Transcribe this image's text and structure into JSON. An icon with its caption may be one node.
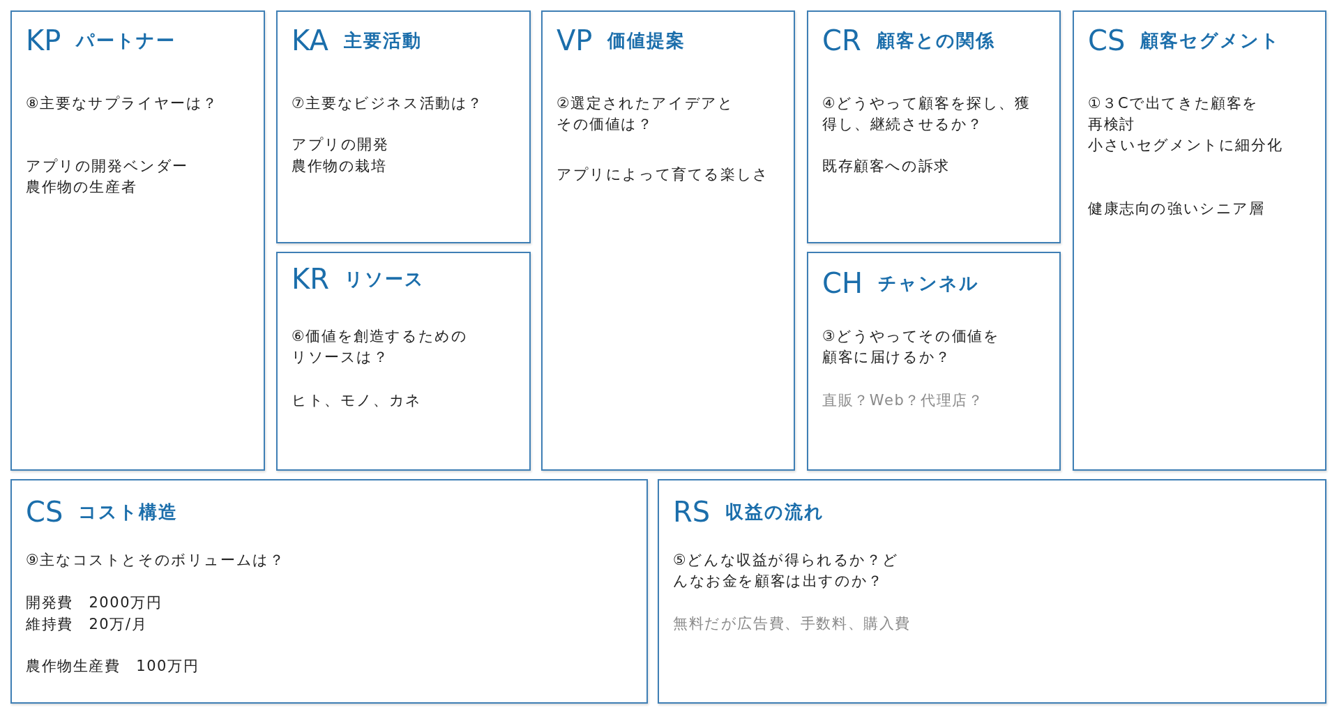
{
  "diagram": {
    "nodes": [
      {
        "text": [
          "KP",
          "パートナー",
          "⑧主要なサプライヤーは？",
          "アプリの開発ベンダー",
          "農作物の生産者"
        ]
      },
      {
        "text": [
          "KA",
          "主要活動",
          "⑦主要なビジネス活動は？",
          "アプリの開発",
          "農作物の栽培"
        ]
      },
      {
        "text": [
          "KR",
          "リソース",
          "⑥価値を創造するためのリソースは？",
          "ヒト、モノ、カネ"
        ]
      },
      {
        "text": [
          "VP",
          "価値提案",
          "②選定されたアイデアとその価値は？",
          "アプリによって育てる楽しさ"
        ]
      },
      {
        "text": [
          "CR",
          "顧客との関係",
          "④どうやって顧客を探し、獲得し、継続させるか？",
          "既存顧客への訴求"
        ]
      },
      {
        "text": [
          "CH",
          "チャンネル",
          "③どうやってその価値を顧客に届けるか？",
          "直販？Web？代理店？"
        ]
      },
      {
        "text": [
          "CS",
          "顧客セグメント",
          "①３Cで出てきた顧客を再検討",
          "小さいセグメントに細分化",
          "健康志向の強いシニア層"
        ]
      },
      {
        "text": [
          "CS",
          "コスト構造",
          "⑨主なコストとそのボリュームは？",
          "開発費　2000万円",
          "維持費　20万/月",
          "農作物生産費　100万円"
        ]
      },
      {
        "text": [
          "RS",
          "収益の流れ",
          "⑤どんな収益が得られるか？どんなお金を顧客は出すのか？",
          "無料だが広告費、手数料、購入費"
        ]
      }
    ]
  }
}
